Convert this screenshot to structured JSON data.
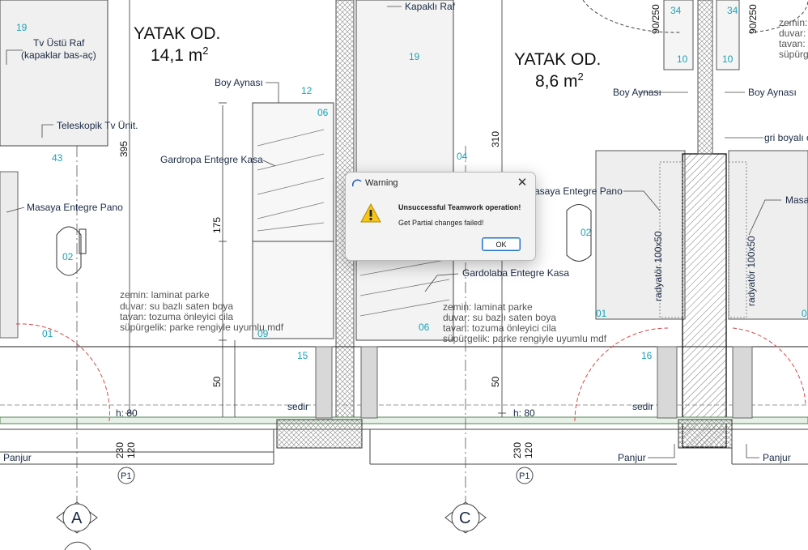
{
  "rooms": [
    {
      "name": "YATAK OD.",
      "area": "14,1 m",
      "sup": "2"
    },
    {
      "name": "YATAK OD.",
      "area": "8,6 m",
      "sup": "2"
    }
  ],
  "labels": {
    "tv_raf_1": "Tv Üstü Raf",
    "tv_raf_2": "(kapaklar bas-aç)",
    "teleskopik": "Teleskopik Tv Ünit.",
    "masaya_pano_left": "Masaya Entegre Pano",
    "boy_aynasi_1": "Boy Aynası",
    "gardropa": "Gardropa Entegre Kasa",
    "kapakli_raf": "Kapaklı Raf",
    "gardolaba": "Gardolaba Entegre Kasa",
    "boy_aynasi_2": "Boy Aynası",
    "boy_aynasi_3": "Boy Aynası",
    "gri_boyali": "gri boyalı ç",
    "masaya_pano_right": "Masaya Entegre Pano",
    "masa_trunc": "Masa",
    "radyator": "radyatör 100x50",
    "radyator_2": "radyatör 100x50",
    "panjur_1": "Panjur",
    "panjur_2": "Panjur",
    "panjur_3": "Panjur",
    "sedir_1": "sedir",
    "sedir_2": "sedir",
    "h80_1": "h: 80",
    "h80_2": "h: 80",
    "p1_1": "P1",
    "p1_2": "P1"
  },
  "numbers": {
    "n19a": "19",
    "n43": "43",
    "n02a": "02",
    "n01a": "01",
    "n12": "12",
    "n06a": "06",
    "n09": "09",
    "n15": "15",
    "n19b": "19",
    "n04": "04",
    "n06b": "06",
    "n34a": "34",
    "n34b": "34",
    "n10a": "10",
    "n10b": "10",
    "n02b": "02",
    "n01b": "01",
    "n16": "16",
    "n0": "0"
  },
  "dims": {
    "d395": "395",
    "d175": "175",
    "d50a": "50",
    "d310": "310",
    "d50b": "50",
    "d230a": "230",
    "d120a": "120",
    "d230b": "230",
    "d120b": "120",
    "d90a": "90/250",
    "d90b": "90/250"
  },
  "specs_left": [
    "zemin: laminat parke",
    "duvar: su bazlı saten boya",
    "tavan: tozuma önleyici cila",
    "süpürgelik: parke rengiyle uyumlu mdf"
  ],
  "specs_right": [
    "zemin: laminat parke",
    "duvar: su bazlı saten boya",
    "tavan: tozuma önleyici cila",
    "süpürgelik: parke rengiyle uyumlu mdf"
  ],
  "specs_trunc": [
    "zemin:",
    "duvar:",
    "tavan:",
    "süpürg"
  ],
  "grid_axes": {
    "a": "A",
    "c": "C"
  },
  "dialog": {
    "title": "Warning",
    "close_glyph": "✕",
    "heading": "Unsuccessful Teamwork operation!",
    "message": "Get Partial changes failed!",
    "ok_label": "OK"
  },
  "colors": {
    "accent_cyan": "#1aa3b8",
    "warning_yellow": "#f5c518",
    "ok_border": "#1f6fc4"
  }
}
